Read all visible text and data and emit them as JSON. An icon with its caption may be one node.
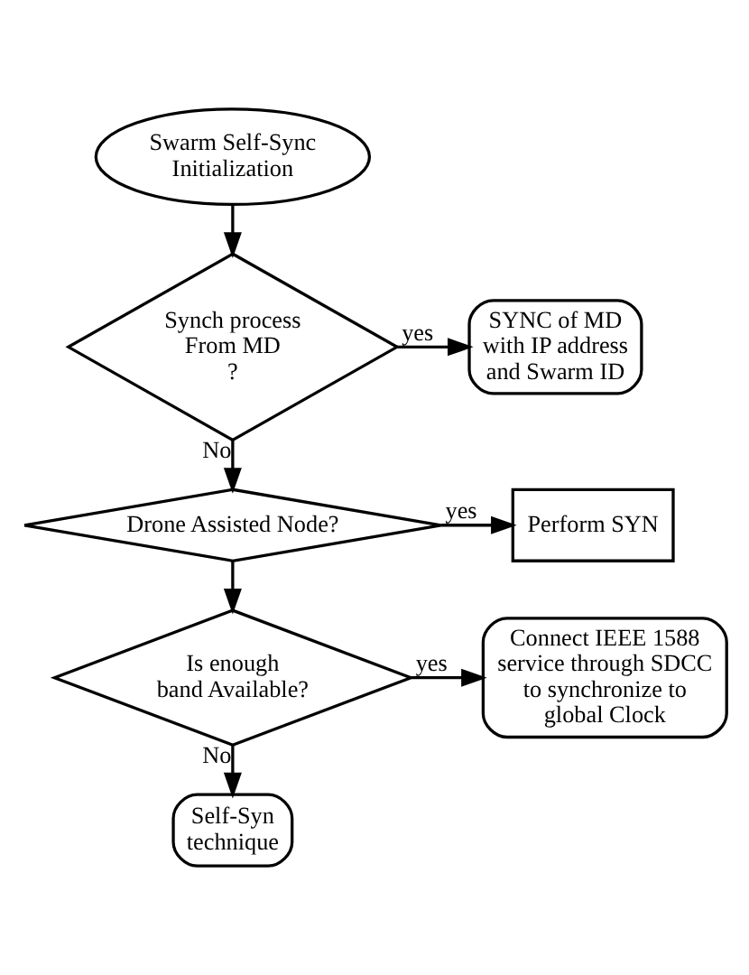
{
  "diagram": {
    "nodes": [
      {
        "text": [
          "Swarm Self-Sync Initialization"
        ]
      },
      {
        "text": [
          "Synch process From MD ?"
        ]
      },
      {
        "text": [
          "SYNC of MD with IP address and Swarm ID"
        ]
      },
      {
        "text": [
          "Drone Assisted Node?"
        ]
      },
      {
        "text": [
          "Perform SYN"
        ]
      },
      {
        "text": [
          "Is enough band Available?"
        ]
      },
      {
        "text": [
          "Connect IEEE 1588 service through SDCC to synchronize to global Clock"
        ]
      },
      {
        "text": [
          "Self-Syn technique"
        ]
      }
    ],
    "edges": [
      {
        "from": 0,
        "to": 1,
        "arrow": "to"
      },
      {
        "from": 1,
        "to": 2,
        "arrow": "to",
        "label": "yes"
      },
      {
        "from": 1,
        "to": 3,
        "arrow": "to",
        "label": "No"
      },
      {
        "from": 3,
        "to": 4,
        "arrow": "to",
        "label": "yes"
      },
      {
        "from": 3,
        "to": 5,
        "arrow": "to"
      },
      {
        "from": 5,
        "to": 6,
        "arrow": "to",
        "label": "yes"
      },
      {
        "from": 5,
        "to": 7,
        "arrow": "to",
        "label": "No"
      }
    ]
  }
}
